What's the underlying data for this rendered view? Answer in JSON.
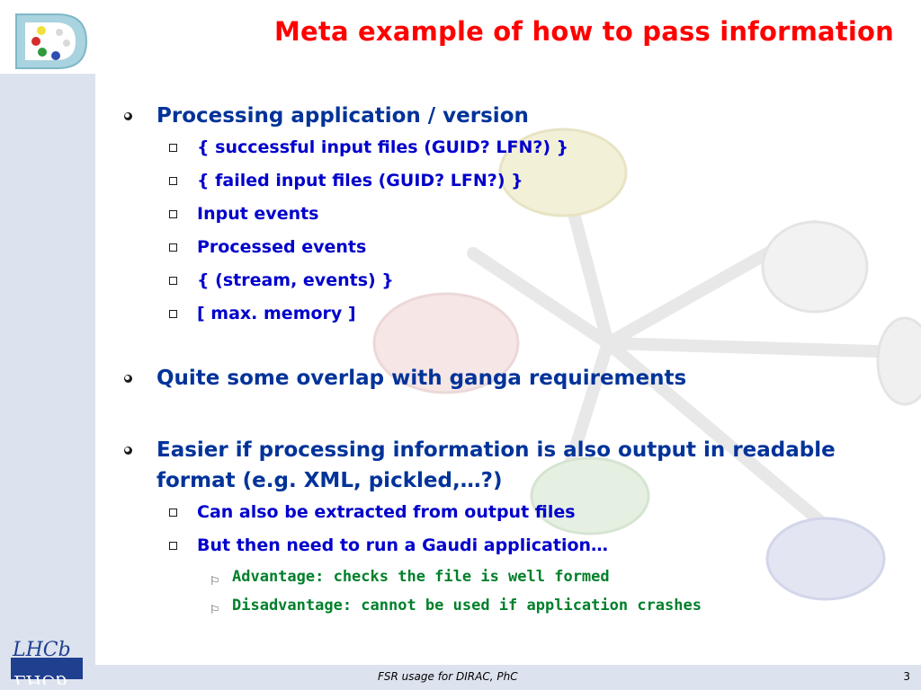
{
  "slide": {
    "title": "Meta example of how to pass information",
    "bullets": [
      {
        "text": "Processing application / version",
        "subitems": [
          "{ successful input files (GUID? LFN?) }",
          "{ failed input files (GUID? LFN?) }",
          "Input events",
          "Processed events",
          "{ (stream, events) }",
          "[ max. memory ]"
        ]
      },
      {
        "text": "Quite some overlap with ganga requirements"
      },
      {
        "text": "Easier if processing information is also output in readable format (e.g. XML, pickled,…?)",
        "subitems": [
          "Can also be extracted from output files",
          "But then need to run a Gaudi application…"
        ],
        "subsubitems": [
          "Advantage: checks the file is well formed",
          "Disadvantage: cannot be used if application crashes"
        ]
      }
    ]
  },
  "footer": {
    "text": "FSR usage for DIRAC, PhC",
    "page": "3"
  },
  "logos": {
    "lhcb_text": "LHCb"
  },
  "colors": {
    "title": "#ff0000",
    "level1": "#003399",
    "level2": "#0000cc",
    "level3": "#00802b",
    "background_band": "#dde3ee"
  }
}
